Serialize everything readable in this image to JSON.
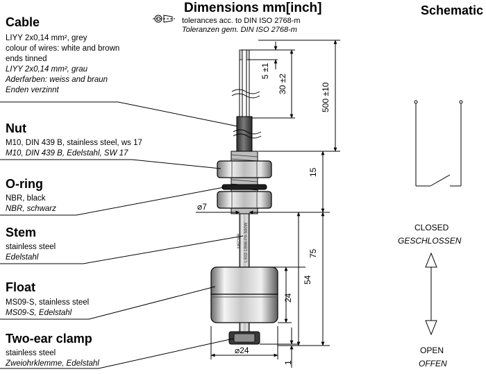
{
  "header": {
    "dimensions_title": "Dimensions mm[inch]",
    "tolerance_en": "tolerances acc. to DIN ISO 2768-m",
    "tolerance_de": "Toleranzen gem. DIN ISO 2768-m",
    "schematic_title": "Schematic"
  },
  "labels": {
    "cable": {
      "title": "Cable",
      "lines": [
        "LIYY 2x0,14 mm², grey",
        "colour of wires: white and brown",
        "ends tinned"
      ],
      "lines_de": [
        "LIYY 2x0,14 mm², grau",
        "Aderfarben: weiss and braun",
        "Enden verzinnt"
      ]
    },
    "nut": {
      "title": "Nut",
      "line": "M10, DIN 439 B, stainless steel, ws 17",
      "line_de": "M10, DIN 439 B, Edelstahl, SW 17"
    },
    "oring": {
      "title": "O-ring",
      "line": "NBR, black",
      "line_de": "NBR, schwarz"
    },
    "stem": {
      "title": "Stem",
      "line": "stainless steel",
      "line_de": "Edelstahl"
    },
    "float": {
      "title": "Float",
      "line": "MS09-S, stainless steel",
      "line_de": "MS09-S, Edelstahl"
    },
    "clamp": {
      "title": "Two-ear clamp",
      "line": "stainless steel",
      "line_de": "Zweiohrklemme, Edelstahl"
    }
  },
  "dimensions": {
    "wire_strip": "5 ±1",
    "wire_length": "30 ±2",
    "cable_length": "500 ±10",
    "nut_thread": "15",
    "stem_diameter": "7",
    "total_length": "75",
    "float_position": "54",
    "float_height": "24",
    "float_diameter": "24",
    "clamp_height": "1"
  },
  "stem_text": {
    "line1": "MEDER",
    "line2": "LS02-1B66-PA-500W"
  },
  "schematic": {
    "closed_en": "CLOSED",
    "closed_de": "GESCHLOSSEN",
    "open_en": "OPEN",
    "open_de": "OFFEN"
  },
  "colors": {
    "line": "#000000",
    "metal_light": "#e8e8e8",
    "metal_dark": "#8a8a8a",
    "cable": "#4a4a4a"
  }
}
